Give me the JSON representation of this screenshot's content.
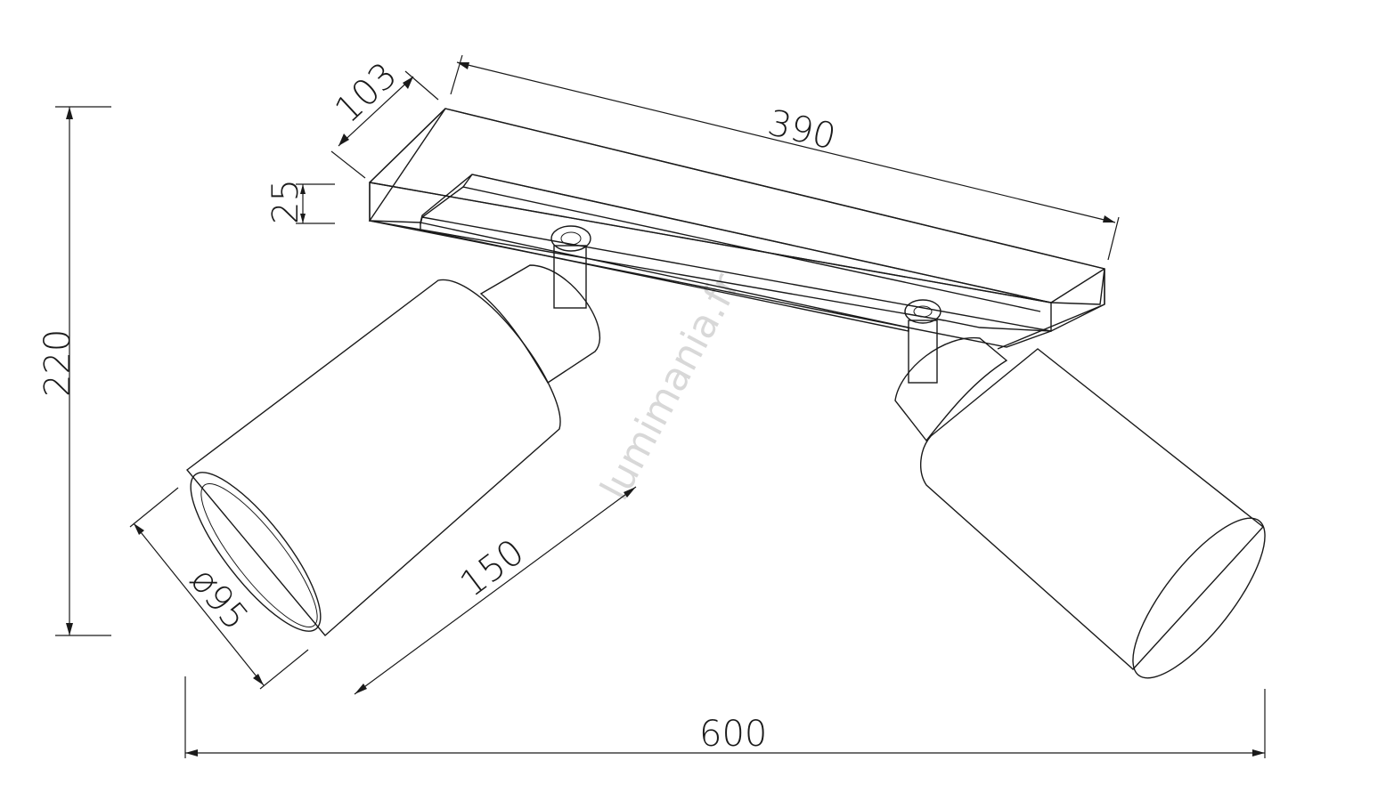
{
  "dimensions": {
    "height": "220",
    "depth": "103",
    "length": "390",
    "thickness": "25",
    "diameter": "ø95",
    "shade_length": "150",
    "width": "600"
  },
  "watermark": "lumimania.fr"
}
